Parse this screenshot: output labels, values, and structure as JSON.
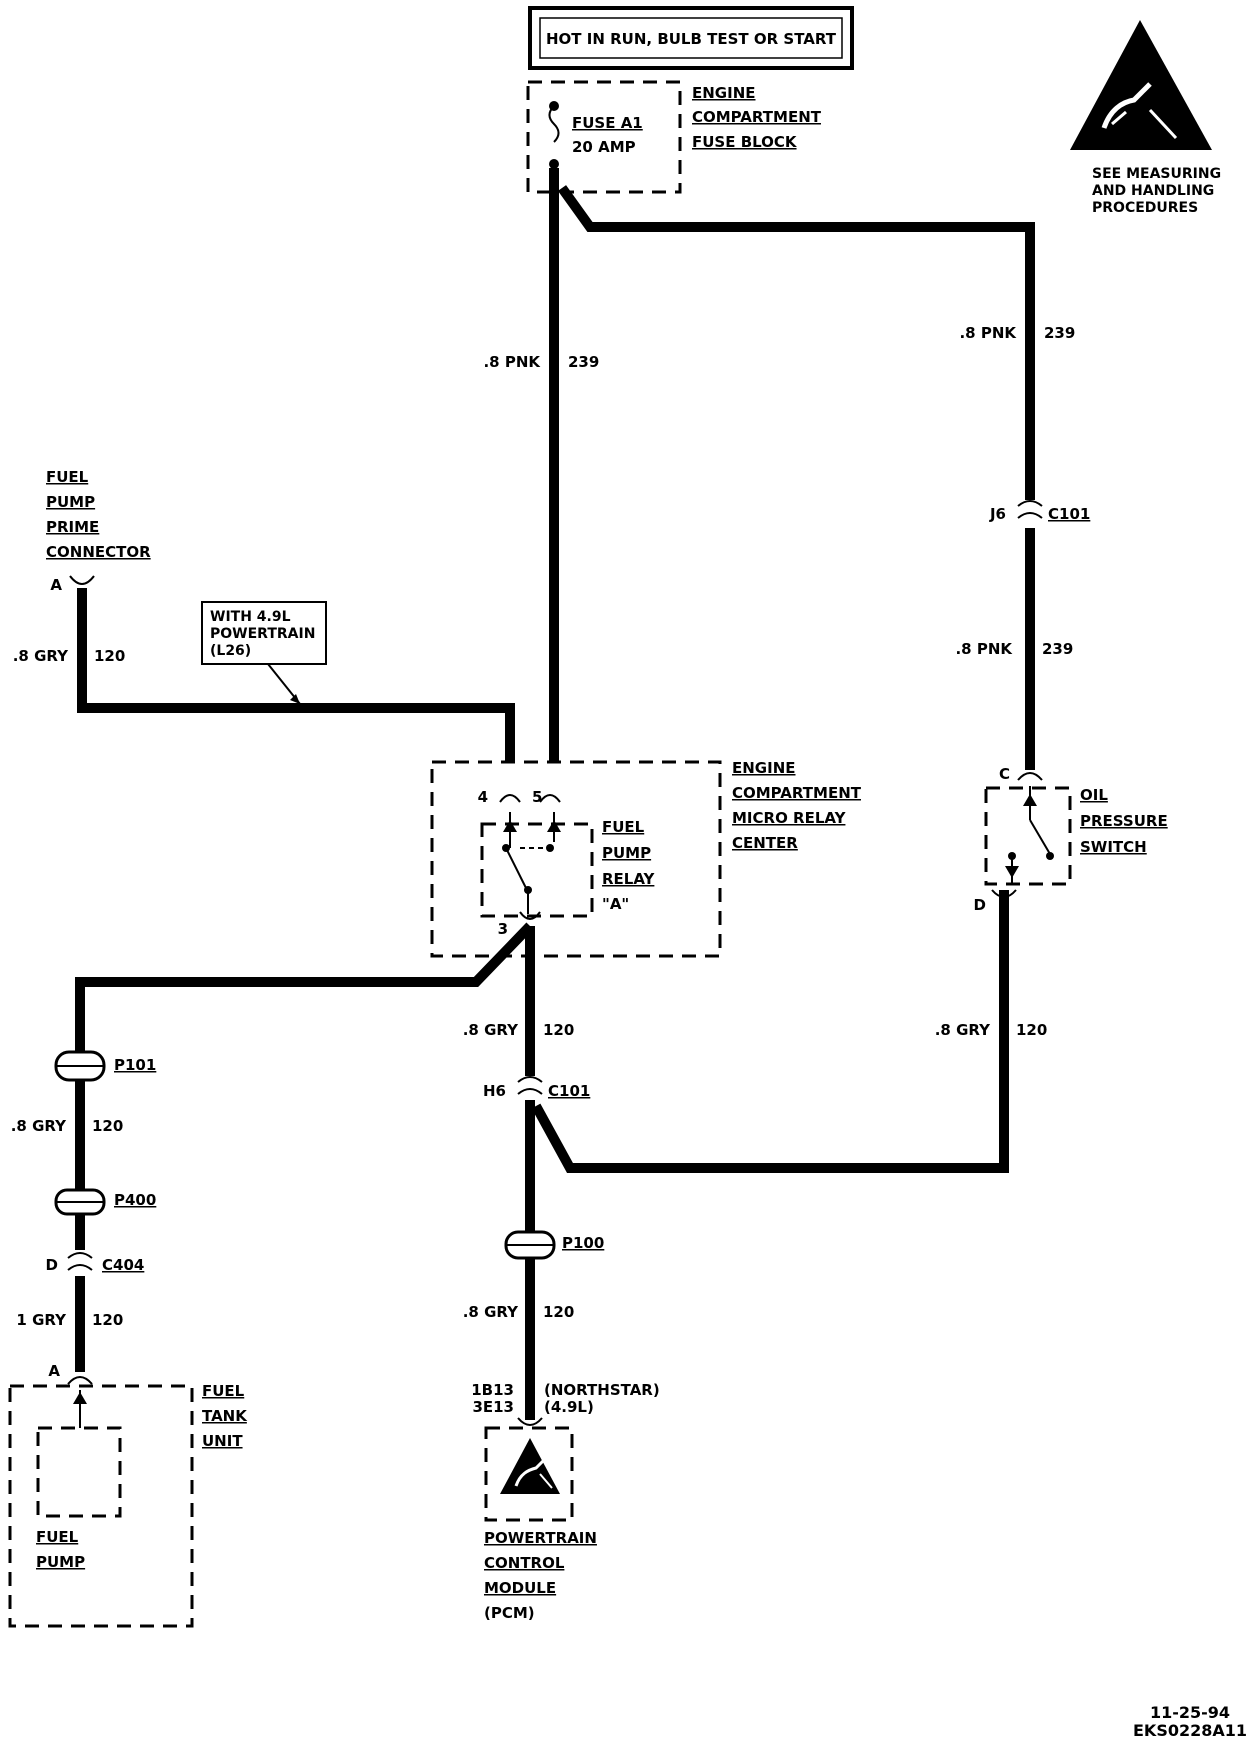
{
  "header": {
    "power_note": "HOT IN RUN, BULB TEST OR START",
    "esd_note": [
      "SEE MEASURING",
      "AND HANDLING",
      "PROCEDURES"
    ]
  },
  "fuse_block": {
    "fuse": [
      "FUSE A1",
      "20 AMP"
    ],
    "name": [
      "ENGINE",
      "COMPARTMENT",
      "FUSE BLOCK"
    ]
  },
  "wires": {
    "relay_feed": {
      "gauge": ".8 PNK",
      "circuit": "239"
    },
    "switch_feed_upper": {
      "gauge": ".8 PNK",
      "circuit": "239"
    },
    "switch_feed_lower": {
      "gauge": ".8 PNK",
      "circuit": "239"
    },
    "prime": {
      "gauge": ".8 GRY",
      "circuit": "120"
    },
    "relay_out": {
      "gauge": ".8 GRY",
      "circuit": "120"
    },
    "switch_out": {
      "gauge": ".8 GRY",
      "circuit": "120"
    },
    "pump_upper": {
      "gauge": ".8 GRY",
      "circuit": "120"
    },
    "pump_lower": {
      "gauge": "1 GRY",
      "circuit": "120"
    },
    "pcm_feed": {
      "gauge": ".8 GRY",
      "circuit": "120"
    }
  },
  "prime_connector": {
    "name": [
      "FUEL",
      "PUMP",
      "PRIME",
      "CONNECTOR"
    ],
    "pin": "A"
  },
  "option_note": [
    "WITH 4.9L",
    "POWERTRAIN",
    "(L26)"
  ],
  "relay_center": {
    "name": [
      "ENGINE",
      "COMPARTMENT",
      "MICRO RELAY",
      "CENTER"
    ],
    "relay": [
      "FUEL",
      "PUMP",
      "RELAY",
      "\"A\""
    ],
    "pins": {
      "p4": "4",
      "p5": "5",
      "p3": "3"
    }
  },
  "connectors": {
    "c101_upper": {
      "pin": "J6",
      "name": "C101"
    },
    "c101_lower": {
      "pin": "H6",
      "name": "C101"
    },
    "p101": "P101",
    "p400": "P400",
    "c404": {
      "pin": "D",
      "name": "C404"
    },
    "p100": "P100"
  },
  "oil_switch": {
    "name": [
      "OIL",
      "PRESSURE",
      "SWITCH"
    ],
    "pin_c": "C",
    "pin_d": "D"
  },
  "fuel_tank": {
    "pin": "A",
    "name": [
      "FUEL",
      "TANK",
      "UNIT"
    ],
    "pump": [
      "FUEL",
      "PUMP"
    ]
  },
  "pcm": {
    "pins": [
      "1B13",
      "3E13"
    ],
    "variants": [
      "(NORTHSTAR)",
      "(4.9L)"
    ],
    "name": [
      "POWERTRAIN",
      "CONTROL",
      "MODULE",
      "(PCM)"
    ]
  },
  "footer": {
    "date": "11-25-94",
    "code": "EKS0228A11"
  }
}
